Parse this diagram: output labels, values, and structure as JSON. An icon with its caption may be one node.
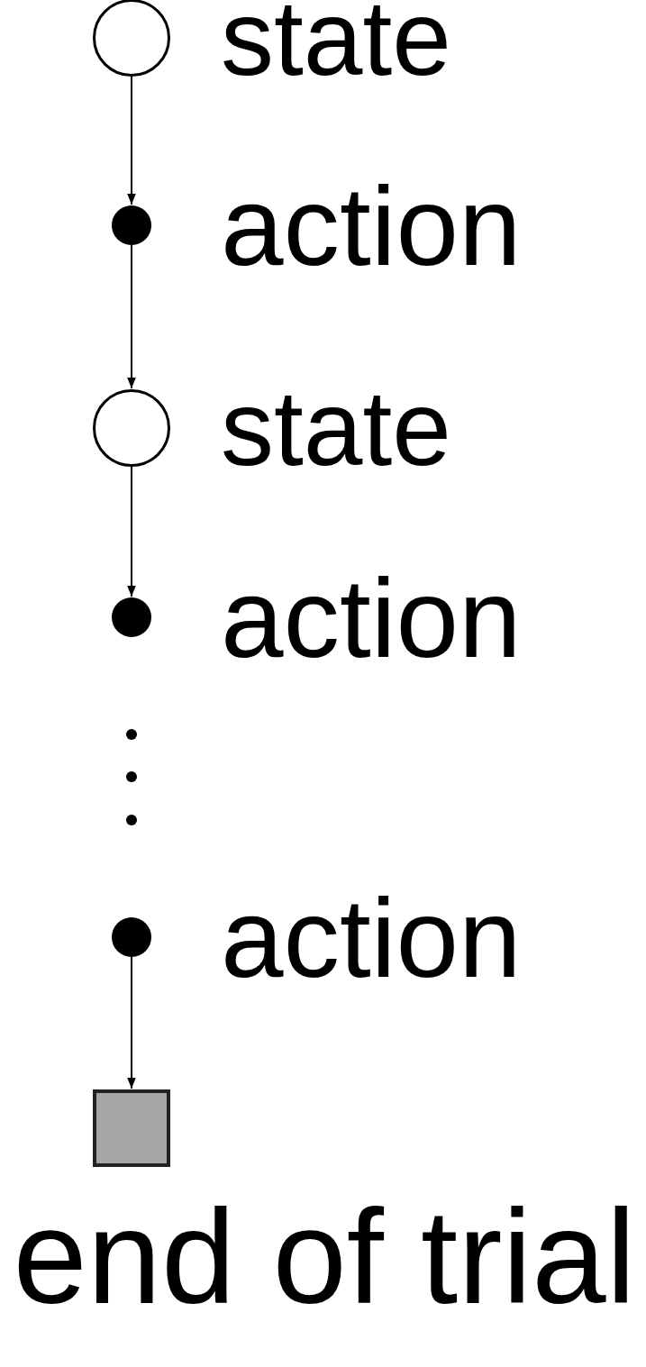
{
  "diagram": {
    "nodes": [
      {
        "text": [],
        "shape": "circle",
        "beside": [
          "state"
        ]
      },
      {
        "text": [],
        "shape": "dot",
        "beside": [
          "action"
        ]
      },
      {
        "text": [],
        "shape": "circle",
        "beside": [
          "state"
        ]
      },
      {
        "text": [],
        "shape": "dot",
        "beside": [
          "action"
        ]
      },
      {
        "text": [],
        "shape": "dot",
        "beside": [
          "action"
        ]
      },
      {
        "text": [],
        "shape": "box",
        "beside": [
          "end of trial"
        ]
      }
    ],
    "edges": [
      {
        "from": 0,
        "to": 1,
        "arrow": "to"
      },
      {
        "from": 1,
        "to": 2,
        "arrow": "to"
      },
      {
        "from": 2,
        "to": 3,
        "arrow": "to"
      },
      {
        "from": 4,
        "to": 5,
        "arrow": "to"
      }
    ]
  }
}
